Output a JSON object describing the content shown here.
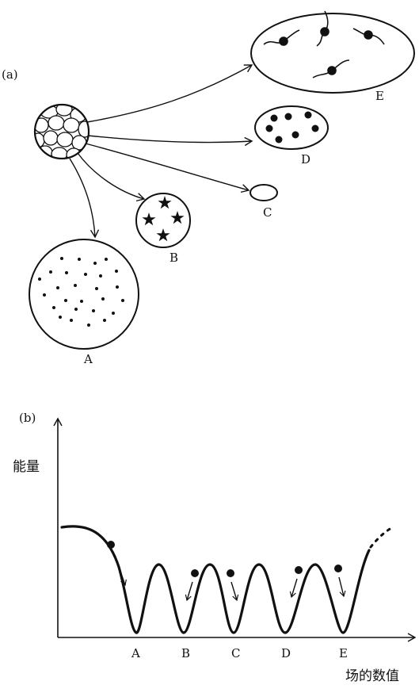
{
  "panel_a": {
    "label": "(a)",
    "source": "sphere with many cells",
    "targets": [
      {
        "id": "A",
        "label": "A",
        "content": "small dots"
      },
      {
        "id": "B",
        "label": "B",
        "content": "stars"
      },
      {
        "id": "C",
        "label": "C",
        "content": "empty"
      },
      {
        "id": "D",
        "label": "D",
        "content": "large dots"
      },
      {
        "id": "E",
        "label": "E",
        "content": "dots with tails"
      }
    ]
  },
  "panel_b": {
    "label": "(b)",
    "y_axis_label": "能量",
    "x_axis_label": "场的数值",
    "minima_labels": [
      "A",
      "B",
      "C",
      "D",
      "E"
    ]
  },
  "colors": {
    "ink": "#111111",
    "background": "#ffffff"
  }
}
